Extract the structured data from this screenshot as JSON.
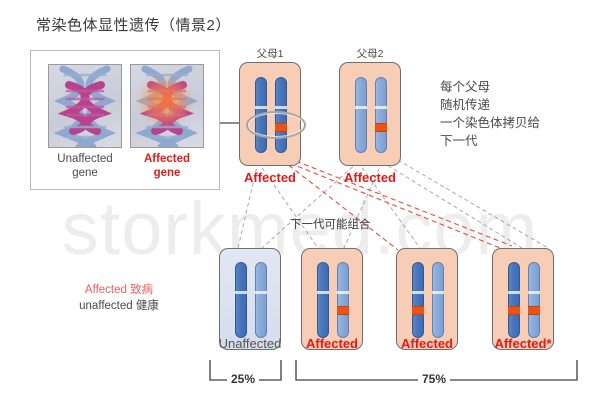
{
  "title": "常染色体显性遗传（情景2）",
  "watermark": "storkmed.com",
  "dna_panel": {
    "left": {
      "line1": "Unaffected",
      "line2": "gene"
    },
    "right": {
      "line1": "Affected",
      "line2": "gene"
    }
  },
  "parents": [
    {
      "label": "父母1",
      "status": "Affected"
    },
    {
      "label": "父母2",
      "status": "Affected"
    }
  ],
  "right_note": {
    "line1": "每个父母",
    "line2": "随机传递",
    "line3": "一个染色体拷贝给",
    "line4": "下一代"
  },
  "generation_note": "下一代可能组合",
  "legend": {
    "affected": "Affected 致病",
    "unaffected": "unaffected 健康"
  },
  "offspring": [
    {
      "status": "Unaffected"
    },
    {
      "status": "Affected"
    },
    {
      "status": "Affected"
    },
    {
      "status": "Affected*"
    }
  ],
  "percentages": {
    "unaffected": "25%",
    "affected": "75%"
  },
  "colors": {
    "affected_text": "#e01b1b",
    "pink_box": "#f8cdb5",
    "lavender_box": "#dce2ef",
    "chromosome_dark": "#4775bc",
    "chromosome_light": "#89a9d8",
    "marker_orange": "#eb5316",
    "watermark": "#ededed"
  }
}
